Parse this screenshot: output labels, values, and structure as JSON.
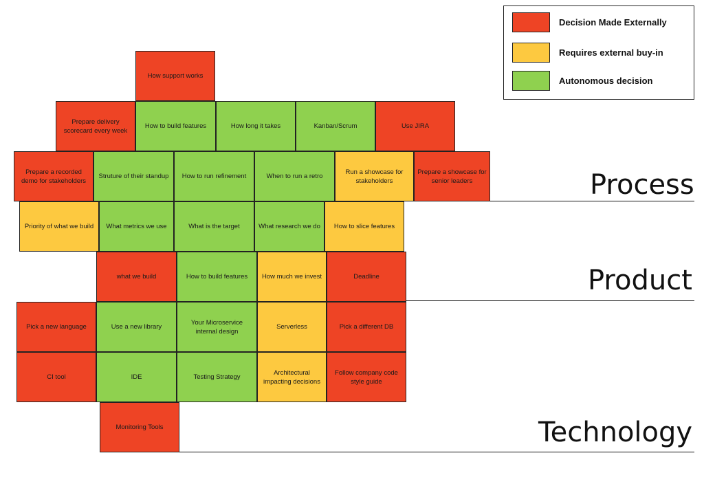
{
  "colors": {
    "external": "#ee4425",
    "buy_in": "#fdc940",
    "autonomous": "#8fd14f"
  },
  "legend": [
    {
      "label": "Decision Made Externally",
      "status": "external"
    },
    {
      "label": "Requires external buy-in",
      "status": "buy_in"
    },
    {
      "label": "Autonomous decision",
      "status": "autonomous"
    }
  ],
  "sections": [
    {
      "label": "Process"
    },
    {
      "label": "Product"
    },
    {
      "label": "Technology"
    }
  ],
  "tiles": [
    {
      "label": "How support works",
      "status": "external"
    },
    {
      "label": "Prepare delivery scorecard every week",
      "status": "external"
    },
    {
      "label": "How to build features",
      "status": "autonomous"
    },
    {
      "label": "How long it takes",
      "status": "autonomous"
    },
    {
      "label": "Kanban/Scrum",
      "status": "autonomous"
    },
    {
      "label": "Use JIRA",
      "status": "external"
    },
    {
      "label": "Prepare a recorded demo for stakeholders",
      "status": "external"
    },
    {
      "label": "Struture of their standup",
      "status": "autonomous"
    },
    {
      "label": "How to run refinement",
      "status": "autonomous"
    },
    {
      "label": "When to run a retro",
      "status": "autonomous"
    },
    {
      "label": "Run a showcase for stakeholders",
      "status": "buy_in"
    },
    {
      "label": "Prepare a showcase for senior leaders",
      "status": "external"
    },
    {
      "label": "Priority of what we build",
      "status": "buy_in"
    },
    {
      "label": "What metrics we use",
      "status": "autonomous"
    },
    {
      "label": "What is the target",
      "status": "autonomous"
    },
    {
      "label": "What research we do",
      "status": "autonomous"
    },
    {
      "label": "How to slice features",
      "status": "buy_in"
    },
    {
      "label": "what we build",
      "status": "external"
    },
    {
      "label": "How to build features",
      "status": "autonomous"
    },
    {
      "label": "How much we invest",
      "status": "buy_in"
    },
    {
      "label": "Deadline",
      "status": "external"
    },
    {
      "label": "Pick a new language",
      "status": "external"
    },
    {
      "label": "Use a new library",
      "status": "autonomous"
    },
    {
      "label": "Your Microservice internal design",
      "status": "autonomous"
    },
    {
      "label": "Serverless",
      "status": "buy_in"
    },
    {
      "label": "Pick a different DB",
      "status": "external"
    },
    {
      "label": "CI tool",
      "status": "external"
    },
    {
      "label": "IDE",
      "status": "autonomous"
    },
    {
      "label": "Testing Strategy",
      "status": "autonomous"
    },
    {
      "label": "Architectural impacting decisions",
      "status": "buy_in"
    },
    {
      "label": "Follow company code style guide",
      "status": "external"
    },
    {
      "label": "Monitoring Tools",
      "status": "external"
    }
  ]
}
